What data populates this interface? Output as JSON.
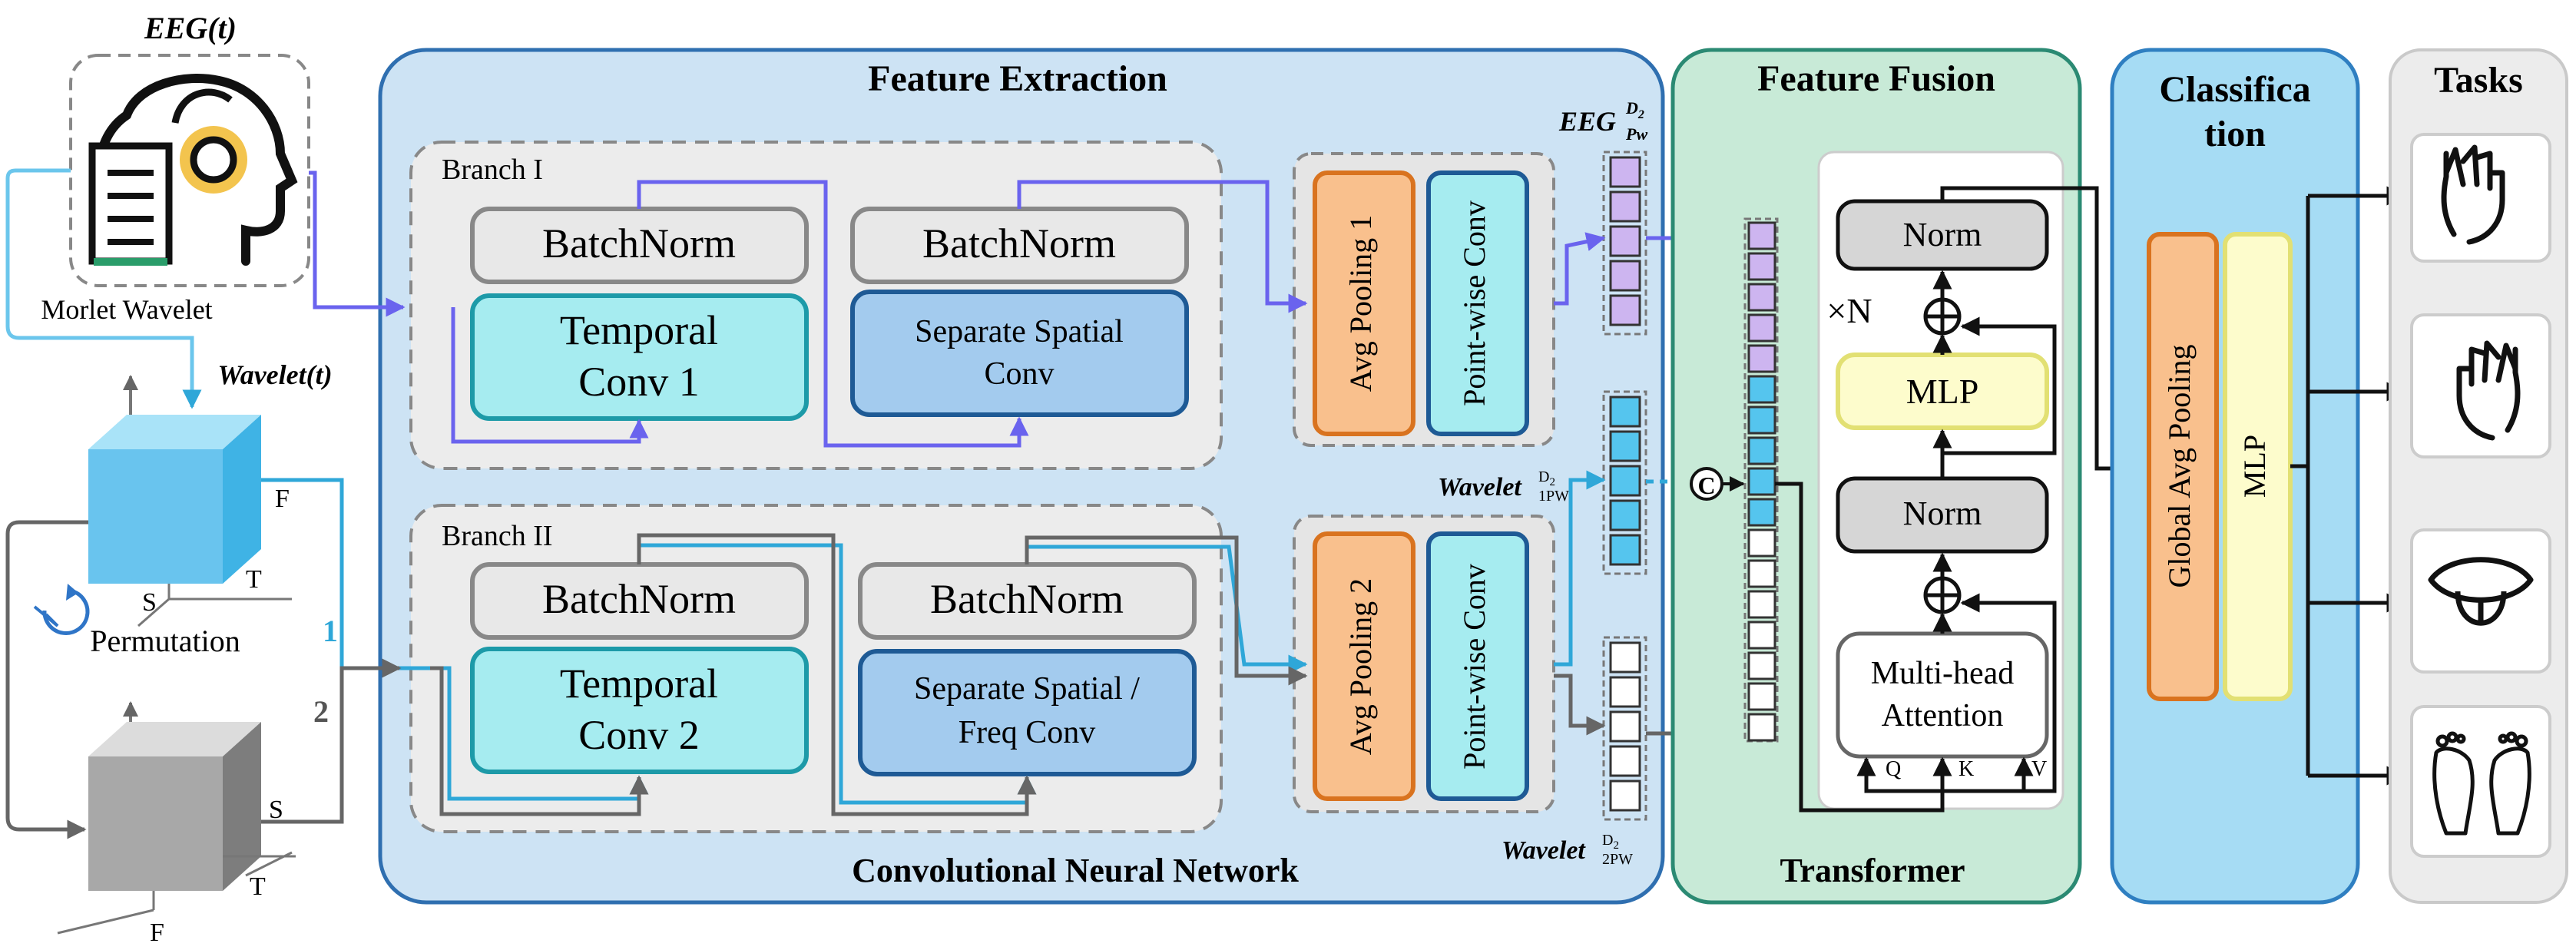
{
  "input": {
    "eeg_label": "EEG(t)",
    "morlet_label": "Morlet Wavelet",
    "wavelet_label": "Wavelet(t)",
    "permutation_label": "Permutation",
    "axis_f": "F",
    "axis_s": "S",
    "axis_t": "T",
    "path_1": "1",
    "path_2": "2"
  },
  "feature_extraction": {
    "title": "Feature Extraction",
    "footer": "Convolutional Neural Network",
    "branch1": {
      "label": "Branch I",
      "bn1": "BatchNorm",
      "temporal_line1": "Temporal",
      "temporal_line2": "Conv 1",
      "bn2": "BatchNorm",
      "spatial_line1": "Separate Spatial",
      "spatial_line2": "Conv"
    },
    "branch2": {
      "label": "Branch II",
      "bn1": "BatchNorm",
      "temporal_line1": "Temporal",
      "temporal_line2": "Conv 2",
      "bn2": "BatchNorm",
      "spatial_line1": "Separate Spatial /",
      "spatial_line2": "Freq Conv"
    },
    "pool1": "Avg Pooling 1",
    "pool2": "Avg Pooling 2",
    "pw1": "Point-wise Conv",
    "pw2": "Point-wise Conv",
    "out_eeg_base": "EEG",
    "out_eeg_sup": "D",
    "out_eeg_sup_sub": "2",
    "out_eeg_sub": "Pw",
    "out_w1_base": "Wavelet",
    "out_w1_sup": "D",
    "out_w1_sup_sub": "2",
    "out_w1_sub": "1PW",
    "out_w2_base": "Wavelet",
    "out_w2_sup": "D",
    "out_w2_sup_sub": "2",
    "out_w2_sub": "2PW"
  },
  "feature_fusion": {
    "title": "Feature Fusion",
    "footer": "Transformer",
    "concat_symbol": "C",
    "repeat": "×N",
    "norm_top": "Norm",
    "mlp": "MLP",
    "norm_bottom": "Norm",
    "attention_line1": "Multi-head",
    "attention_line2": "Attention",
    "q": "Q",
    "k": "K",
    "v": "V"
  },
  "classification": {
    "title_line1": "Classifica",
    "title_line2": "tion",
    "gap": "Global Avg Pooling",
    "mlp": "MLP"
  },
  "tasks": {
    "title": "Tasks",
    "items": [
      "left-hand-icon",
      "right-hand-icon",
      "tongue-icon",
      "feet-icon"
    ]
  },
  "colors": {
    "cnn_panel": "#cde3f4",
    "fusion_panel": "#c8ead7",
    "cls_panel": "#a6dcf4",
    "tasks_panel": "#ececec",
    "eeg_arrow": "#6a63ee",
    "wavelet_arrow": "#2fa7d8",
    "orange": "#f9c08d",
    "yellow": "#fdfccc",
    "teal": "#a6ecf0"
  }
}
